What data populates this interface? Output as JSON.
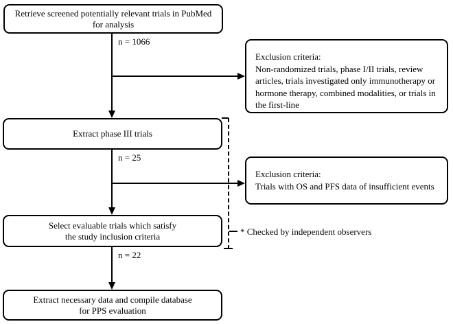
{
  "diagram": {
    "boxes": {
      "retrieve": {
        "lines": [
          "Retrieve screened potentially relevant trials in PubMed",
          "for analysis"
        ]
      },
      "exclusion1": {
        "lines": [
          "Exclusion criteria:",
          "Non-randomized trials, phase I/II trials, review",
          "articles, trials investigated only immunotherapy or",
          "hormone therapy, combined modalities, or trials in",
          "the first-line"
        ]
      },
      "extract_phase3": {
        "lines": [
          "Extract phase III trials"
        ]
      },
      "exclusion2": {
        "lines": [
          "Exclusion criteria:",
          "Trials with OS and PFS data of insufficient events"
        ]
      },
      "select_evaluable": {
        "lines": [
          "Select evaluable trials which satisfy",
          "the study inclusion criteria"
        ]
      },
      "compile_database": {
        "lines": [
          "Extract necessary data and compile database",
          "for PPS evaluation"
        ]
      }
    },
    "counts": {
      "after_retrieve": "n = 1066",
      "after_phase3": "n = 25",
      "after_select": "n = 22"
    },
    "note": "* Checked by independent observers",
    "colors": {
      "stroke": "#000000",
      "fill": "#ffffff",
      "text": "#000000"
    }
  }
}
